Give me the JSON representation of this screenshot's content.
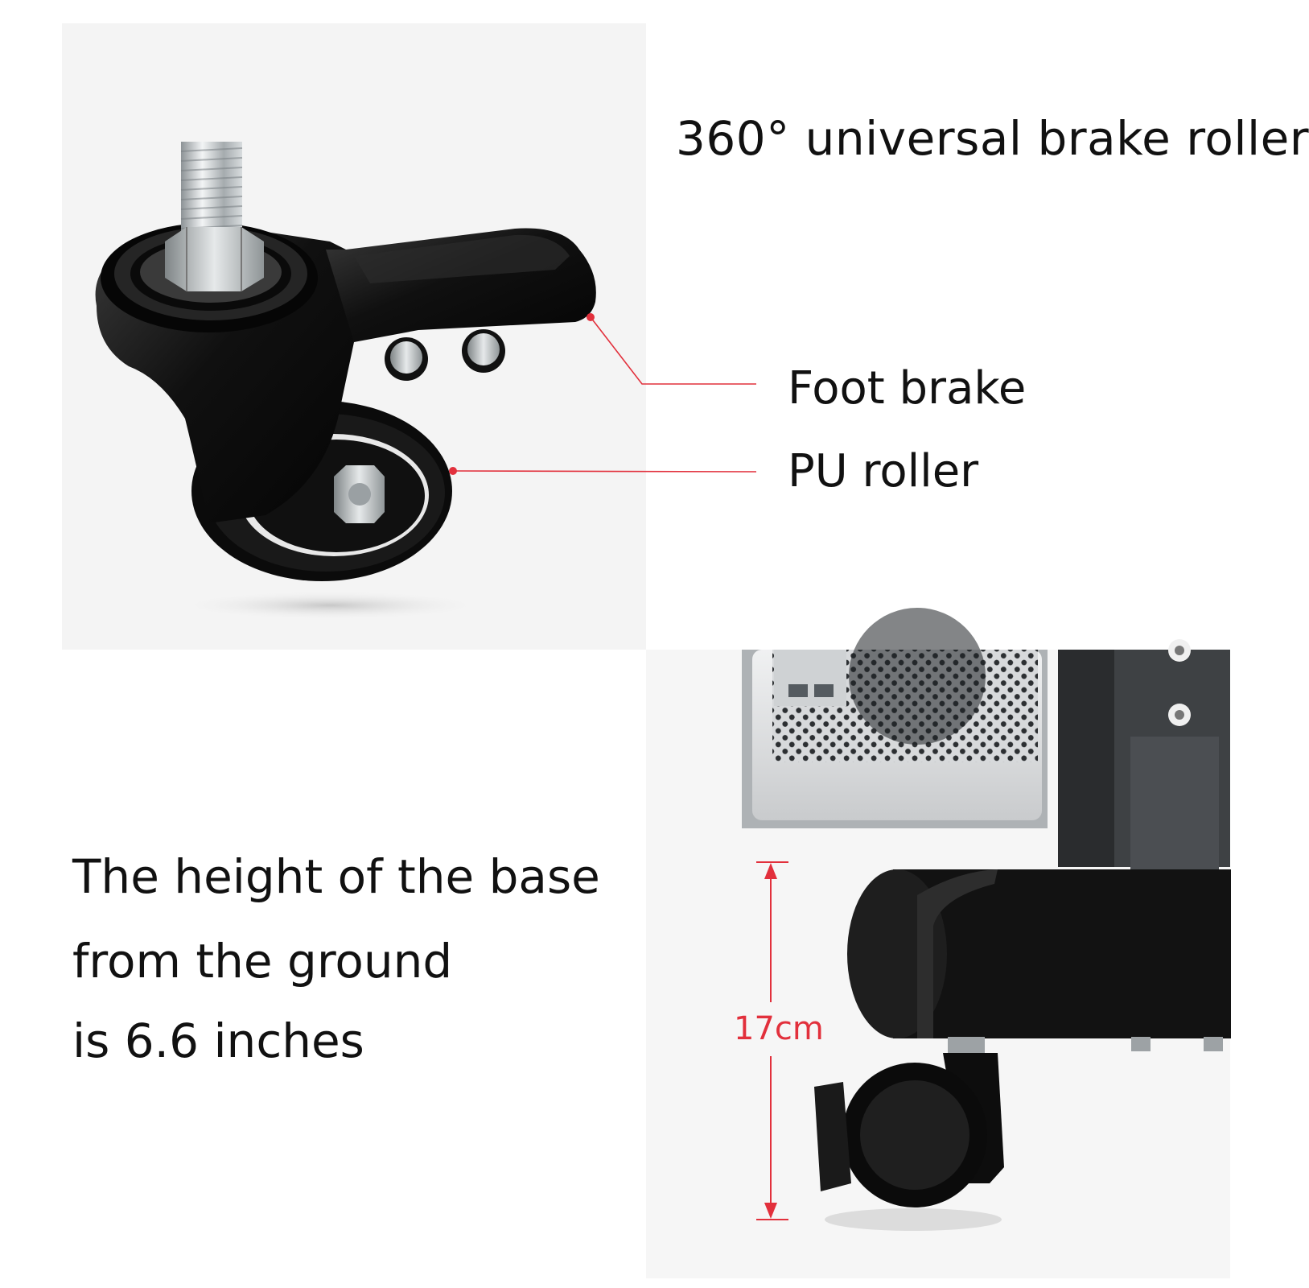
{
  "title": "360° universal brake roller",
  "callouts": {
    "foot_brake": "Foot brake",
    "pu_roller": "PU roller"
  },
  "height_text": {
    "line1": "The height of the base",
    "line2": "from the ground",
    "line3": "is 6.6 inches"
  },
  "measurement": {
    "label": "17cm"
  },
  "colors": {
    "accent_red": "#e2303c",
    "panel_bg": "#f4f4f4",
    "caster_black": "#111111"
  },
  "icons": {
    "caster_wheel": "caster-wheel-illustration",
    "cart_wheel": "cart-base-illustration"
  }
}
